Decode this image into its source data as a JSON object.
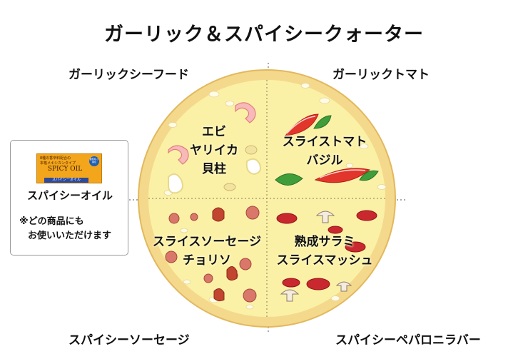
{
  "title": "ガーリック＆スパイシークォーター",
  "quadrants": {
    "top_left": {
      "heading": "ガーリックシーフード",
      "toppings": [
        "エビ",
        "ヤリイカ",
        "貝柱"
      ]
    },
    "top_right": {
      "heading": "ガーリックトマト",
      "toppings": [
        "スライストマト",
        "バジル"
      ]
    },
    "bottom_left": {
      "heading": "スパイシーソーセージ",
      "toppings": [
        "スライスソーセージ",
        "チョリソ"
      ]
    },
    "bottom_right": {
      "heading": "スパイシーペパロニラバー",
      "toppings": [
        "熟成サラミ",
        "スライスマッシュ"
      ]
    }
  },
  "oil_card": {
    "label_line1": "8種の香辛料配合の",
    "label_line2": "本格メキシカンタイプ",
    "label_brand": "SPICY OIL",
    "label_ribbon": "スパイシーオイル",
    "label_badge": "業務用 小袋包",
    "name": "スパイシーオイル",
    "note_line1": "※どの商品にも",
    "note_line2": "お使いいただけます"
  },
  "colors": {
    "crust": "#f4d98c",
    "cheese": "#fbf1a6",
    "tomato": "#e2362c",
    "basil": "#3f9e3a",
    "salami": "#c9282f",
    "oil_label": "#f3a51c"
  }
}
